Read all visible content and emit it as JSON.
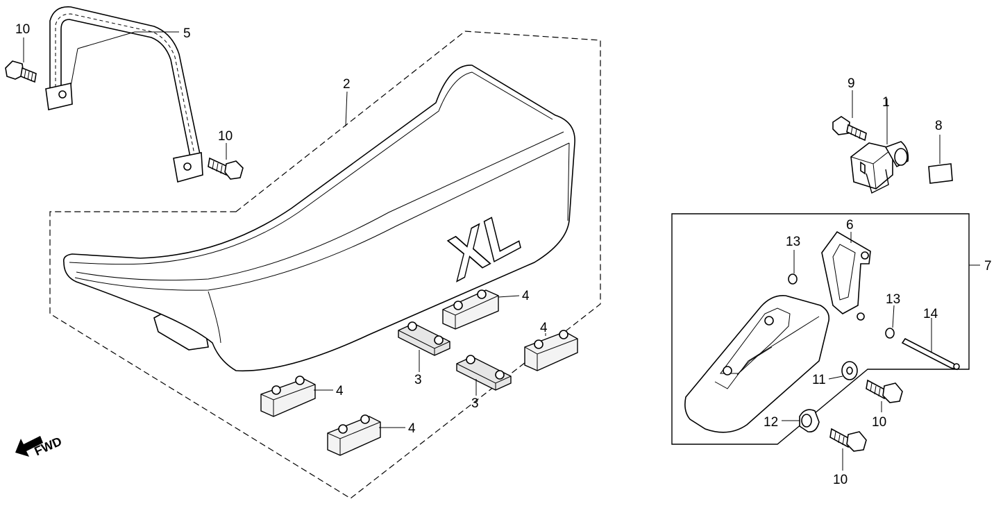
{
  "labels": {
    "bolt_top_left": "10",
    "grab_rail": "5",
    "seat": "2",
    "bolt_mid": "10",
    "cushion_a": "4",
    "cushion_b": "4",
    "cushion_c": "4",
    "cushion_d": "4",
    "pad_a": "3",
    "pad_b": "3",
    "lock_bolt": "9",
    "seat_lock": "1",
    "lock_plate": "8",
    "case_gasket": "6",
    "tool_case_assy": "7",
    "nut_a": "13",
    "nut_b": "13",
    "band": "14",
    "washer": "11",
    "collar": "12",
    "bolt_right_a": "10",
    "bolt_right_b": "10"
  },
  "seat_logo": "XL",
  "direction": "FWD"
}
